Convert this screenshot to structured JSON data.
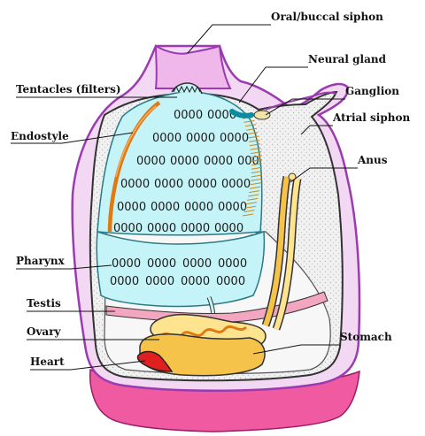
{
  "labels": {
    "oral_buccal_siphon": "Oral/buccal siphon",
    "neural_gland": "Neural gland",
    "ganglion": "Ganglion",
    "atrial_siphon": "Atrial siphon",
    "anus": "Anus",
    "stomach": "Stomach",
    "tentacles": "Tentacles (filters)",
    "endostyle": "Endostyle",
    "pharynx": "Pharynx",
    "testis": "Testis",
    "ovary": "Ovary",
    "heart": "Heart"
  },
  "slit_glyph": "0000",
  "colors": {
    "tunic_outline": "#9b3bb0",
    "tunic_fill": "#f3d8f4",
    "base_pink": "#f05aa0",
    "pharynx_cyan": "#c5f4f8",
    "mantle_gray": "#eeeeee",
    "endostyle_orange": "#e07a10",
    "gut_yellow": "#ffe490",
    "stomach_orange": "#f5c24a",
    "heart_red": "#e02020",
    "testis_pink": "#f2a6c0"
  }
}
